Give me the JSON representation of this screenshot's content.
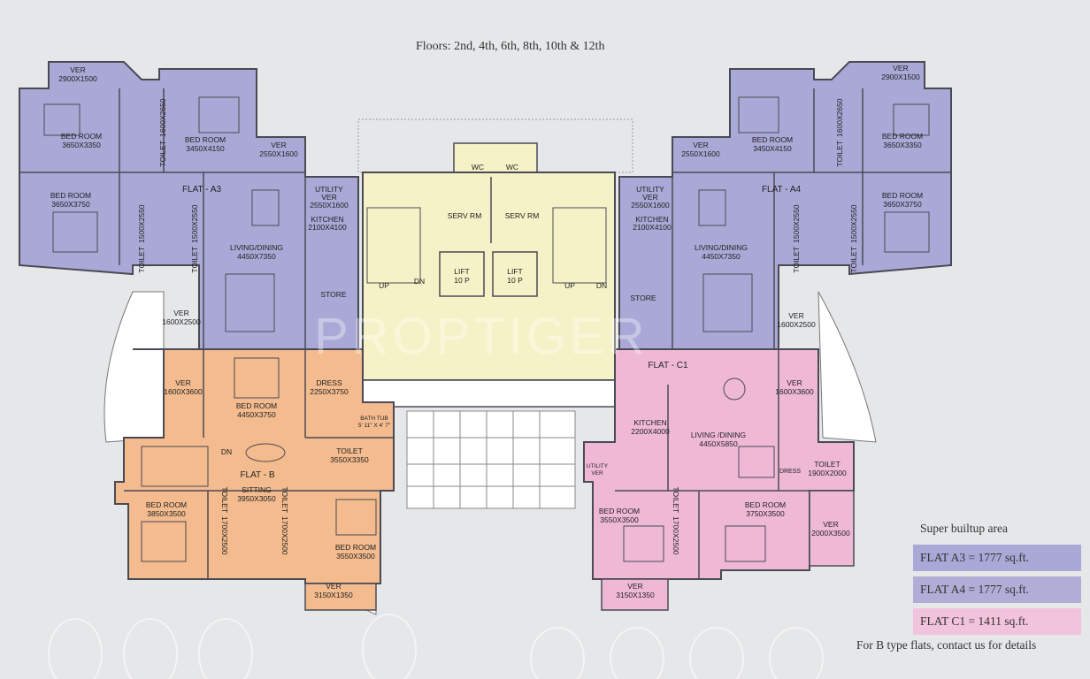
{
  "title": "Floors: 2nd, 4th, 6th, 8th, 10th & 12th",
  "watermark": "PROPTIGER",
  "colors": {
    "background": "#e6e7e9",
    "flat_a": "#a9a8d6",
    "flat_b": "#f3bb8e",
    "flat_c": "#efb9d6",
    "core": "#f6f2c7",
    "wall": "#4a4a55"
  },
  "flats": {
    "a3": "FLAT - A3",
    "a4": "FLAT - A4",
    "b": "FLAT - B",
    "c1": "FLAT - C1"
  },
  "rooms": {
    "a3": {
      "ver_top": [
        "VER",
        "2900X1500"
      ],
      "bed1": [
        "BED ROOM",
        "3650X3350"
      ],
      "toilet1": [
        "TOILET",
        "1600X2650"
      ],
      "bed2": [
        "BED ROOM",
        "3450X4150"
      ],
      "ver_mid": [
        "VER",
        "2550X1600"
      ],
      "bed3": [
        "BED ROOM",
        "3650X3750"
      ],
      "toilet2": [
        "TOILET",
        "1500X2550"
      ],
      "toilet3": [
        "TOILET",
        "1500X2550"
      ],
      "living": [
        "LIVING/DINING",
        "4450X7350"
      ],
      "utility": [
        "UTILITY",
        "VER",
        "2550X1600"
      ],
      "kitchen": [
        "KITCHEN",
        "2100X4100"
      ],
      "store": "STORE",
      "ver_low": [
        "VER",
        "1600X2500"
      ]
    },
    "a4": {
      "ver_top": [
        "VER",
        "2900X1500"
      ],
      "bed1": [
        "BED ROOM",
        "3650X3350"
      ],
      "toilet1": [
        "TOILET",
        "1600X2650"
      ],
      "bed2": [
        "BED ROOM",
        "3450X4150"
      ],
      "ver_mid": [
        "VER",
        "2550X1600"
      ],
      "bed3": [
        "BED ROOM",
        "3650X3750"
      ],
      "toilet2": [
        "TOILET",
        "1500X2550"
      ],
      "toilet3": [
        "TOILET",
        "1500X2550"
      ],
      "living": [
        "LIVING/DINING",
        "4450X7350"
      ],
      "utility": [
        "UTILITY",
        "VER",
        "2550X1600"
      ],
      "kitchen": [
        "KITCHEN",
        "2100X4100"
      ],
      "store": "STORE",
      "ver_low": [
        "VER",
        "1600X2500"
      ]
    },
    "core": {
      "wc": "WC",
      "serv": "SERV RM",
      "lift": [
        "LIFT",
        "10 P"
      ],
      "up": "UP",
      "dn": "DN"
    },
    "b": {
      "ver1": [
        "VER",
        "1600X3600"
      ],
      "bed1": [
        "BED ROOM",
        "4450X3750"
      ],
      "dress": [
        "DRESS",
        "2250X3750"
      ],
      "bath": [
        "BATH TUB",
        "5' 11\" X 4' 7\""
      ],
      "toilet1": [
        "TOILET",
        "3550X3350"
      ],
      "sitting": [
        "SITTING",
        "3950X3050"
      ],
      "dn": "DN",
      "bed2": [
        "BED ROOM",
        "3850X3500"
      ],
      "toilet2": [
        "TOILET",
        "1700X2500"
      ],
      "toilet3": [
        "TOILET",
        "1700X2500"
      ],
      "bed3": [
        "BED ROOM",
        "3550X3500"
      ],
      "ver2": [
        "VER",
        "3150X1350"
      ]
    },
    "c1": {
      "ver1": [
        "VER",
        "1600X3600"
      ],
      "kitchen": [
        "KITCHEN",
        "2200X4000"
      ],
      "living": [
        "LIVING /DINING",
        "4450X5850"
      ],
      "utility": [
        "UTILITY",
        "VER"
      ],
      "dress": "DRESS",
      "toilet1": [
        "TOILET",
        "1900X2000"
      ],
      "bed1": [
        "BED ROOM",
        "3550X3500"
      ],
      "toilet2": [
        "TOILET",
        "1700X2500"
      ],
      "bed2": [
        "BED ROOM",
        "3750X3500"
      ],
      "ver2": [
        "VER",
        "2000X3500"
      ],
      "ver3": [
        "VER",
        "3150X1350"
      ]
    }
  },
  "legend": {
    "heading": "Super builtup area",
    "rows": [
      {
        "label": "FLAT A3 = 1777 sq.ft.",
        "color": "#a9a8d6"
      },
      {
        "label": "FLAT A4 = 1777 sq.ft.",
        "color": "#b0aed6"
      },
      {
        "label": "FLAT C1 = 1411 sq.ft.",
        "color": "#f2c3dc"
      }
    ]
  },
  "note": "For B type flats, contact us for details"
}
